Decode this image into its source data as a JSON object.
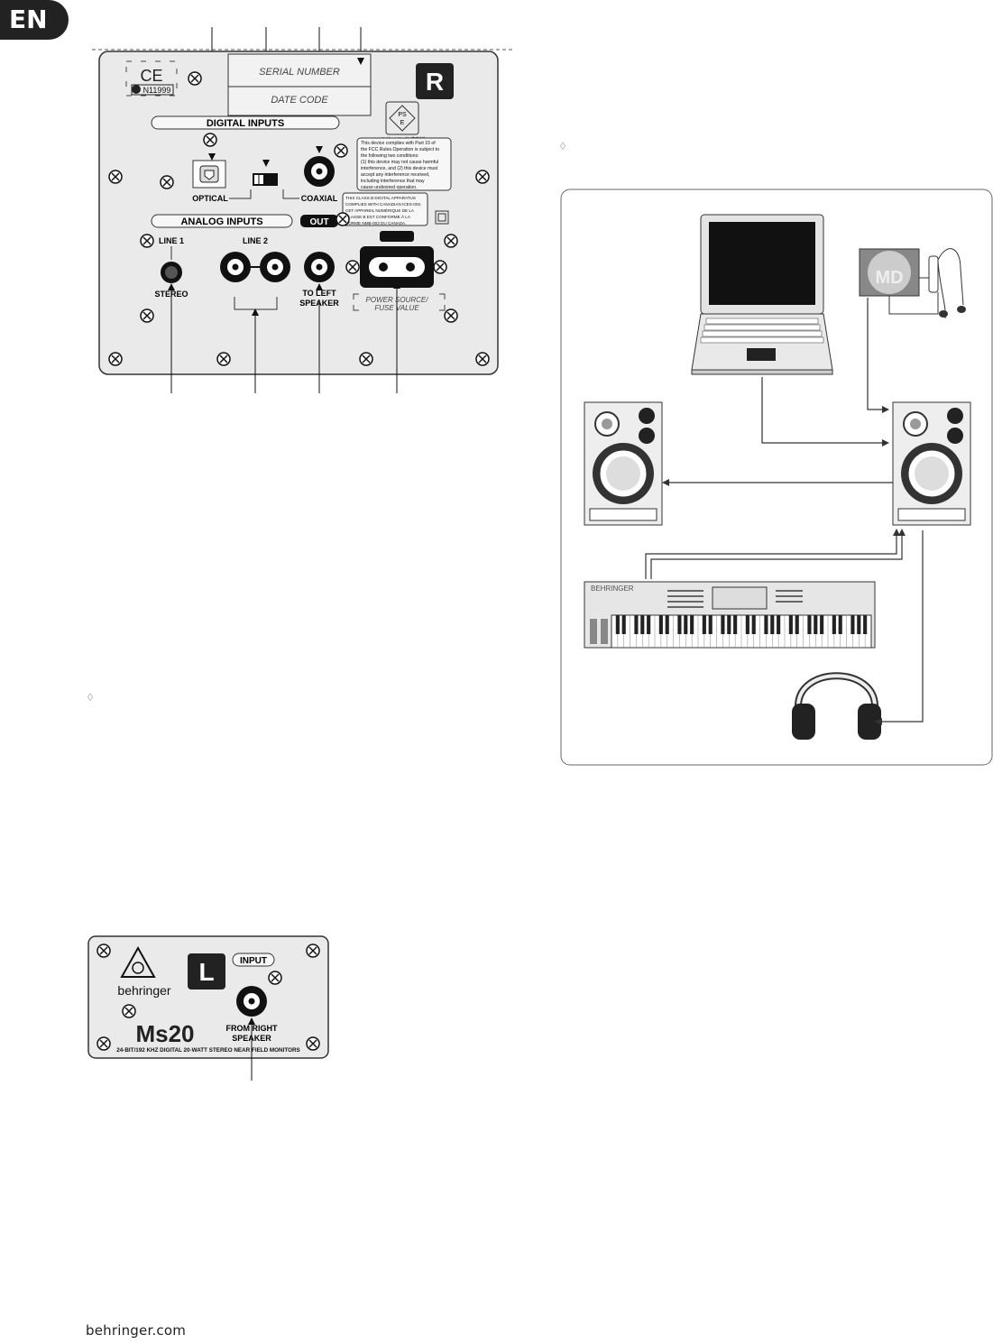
{
  "page": {
    "lang_tab": "EN",
    "footer": "behringer.com",
    "note_glyph": "◊"
  },
  "right_panel": {
    "ce_mark": "CE",
    "ctick": "N11999",
    "serial_label": "SERIAL NUMBER",
    "date_label": "DATE CODE",
    "side_badge": "R",
    "digital_inputs_title": "DIGITAL INPUTS",
    "optical_label": "OPTICAL",
    "coaxial_label": "COAXIAL",
    "pse_lines": [
      "PS",
      "E"
    ],
    "pse_sub": "ベンガー・ジャパン株式会社",
    "fcc_text": [
      "This device complies with Part 15 of",
      "the FCC Rules.Operation is subject to",
      "the following two conditions:",
      "(1) this device may not cause harmful",
      "interference, and (2) this device must",
      "accept any interference received,",
      "including interference that may",
      "cause undesired operation."
    ],
    "canada_text": [
      "THIS CLASS B DIGITAL APPARATUS",
      "COMPLIES WITH CANADIAN ICES-003.",
      "CET APPAREIL NUMÉRIQUE DE LA",
      "CLASSE B EST CONFORME À LA",
      "NORME NMB-003 DU CANADA."
    ],
    "analog_inputs_title": "ANALOG INPUTS",
    "out_label": "OUT",
    "line1_label": "LINE 1",
    "stereo_label": "STEREO",
    "line2_label": "LINE 2",
    "to_left_speaker": [
      "TO LEFT",
      "SPEAKER"
    ],
    "power_label": [
      "POWER SOURCE/",
      "FUSE VALUE"
    ]
  },
  "left_panel": {
    "side_badge": "L",
    "input_label": "INPUT",
    "brand": "behringer",
    "model": "Ms20",
    "from_right_speaker": [
      "FROM RIGHT",
      "SPEAKER"
    ],
    "tagline": "24-BIT/192 KHZ DIGITAL 20-WATT STEREO NEAR FIELD MONITORS"
  },
  "diagram": {
    "md_label": "MD",
    "keyboard_brand": "BEHRINGER"
  }
}
